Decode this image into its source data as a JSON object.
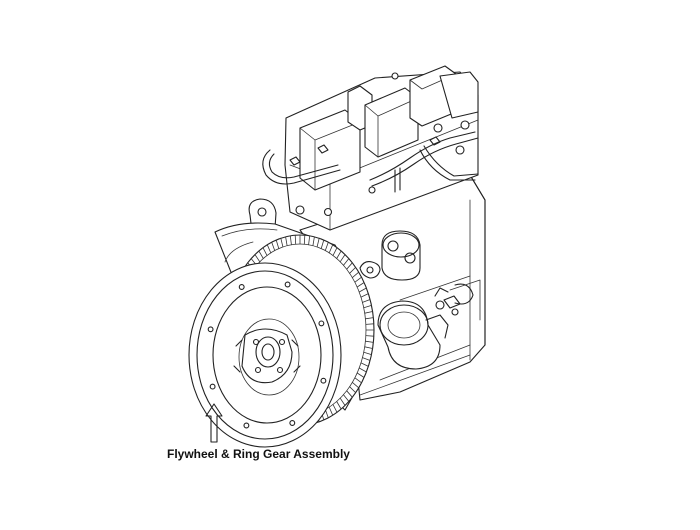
{
  "diagram": {
    "caption": "Flywheel & Ring Gear Assembly",
    "arrow_icon": "up-arrow-outline-icon",
    "line_color": "#222222",
    "background": "#ffffff",
    "ring_gear_teeth": 96,
    "flywheel_bolt_holes": 8
  }
}
